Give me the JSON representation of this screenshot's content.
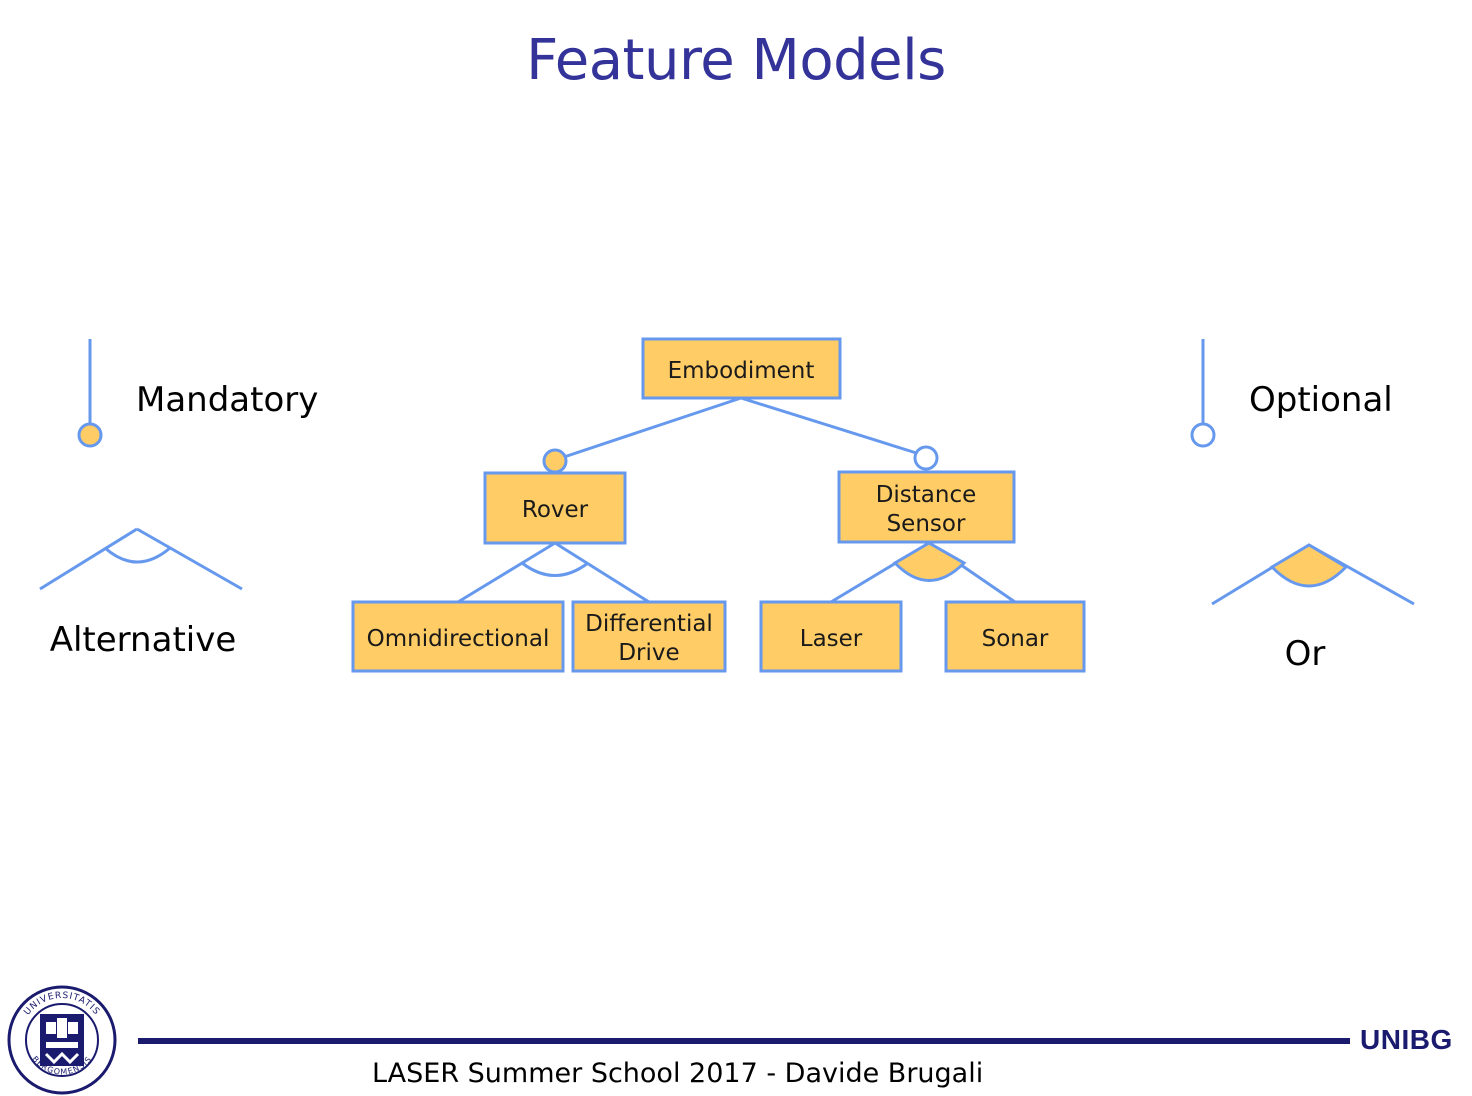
{
  "title": "Feature Models",
  "features": {
    "embodiment": [
      "Embodiment"
    ],
    "rover": [
      "Rover"
    ],
    "distance_sensor": [
      "Distance",
      "Sensor"
    ],
    "omnidirectional": [
      "Omnidirectional"
    ],
    "differential_drive": [
      "Differential",
      "Drive"
    ],
    "laser": [
      "Laser"
    ],
    "sonar": [
      "Sonar"
    ]
  },
  "relations": [
    {
      "parent": "embodiment",
      "child": "rover",
      "kind": "mandatory"
    },
    {
      "parent": "embodiment",
      "child": "distance_sensor",
      "kind": "optional"
    },
    {
      "parent": "rover",
      "children": [
        "omnidirectional",
        "differential_drive"
      ],
      "group": "alternative"
    },
    {
      "parent": "distance_sensor",
      "children": [
        "laser",
        "sonar"
      ],
      "group": "or"
    }
  ],
  "legend": {
    "mandatory": "Mandatory",
    "optional": "Optional",
    "alternative": "Alternative",
    "or": "Or"
  },
  "colors": {
    "title": "#333399",
    "feature_fill": "#ffcc66",
    "line": "#6699ee",
    "footer": "#1a1a6e"
  },
  "footer": {
    "text": "LASER Summer School 2017 - Davide Brugali",
    "brand": "UNIBG",
    "seal_text": "UNIVERSITATIS BERGOMENSIS"
  }
}
